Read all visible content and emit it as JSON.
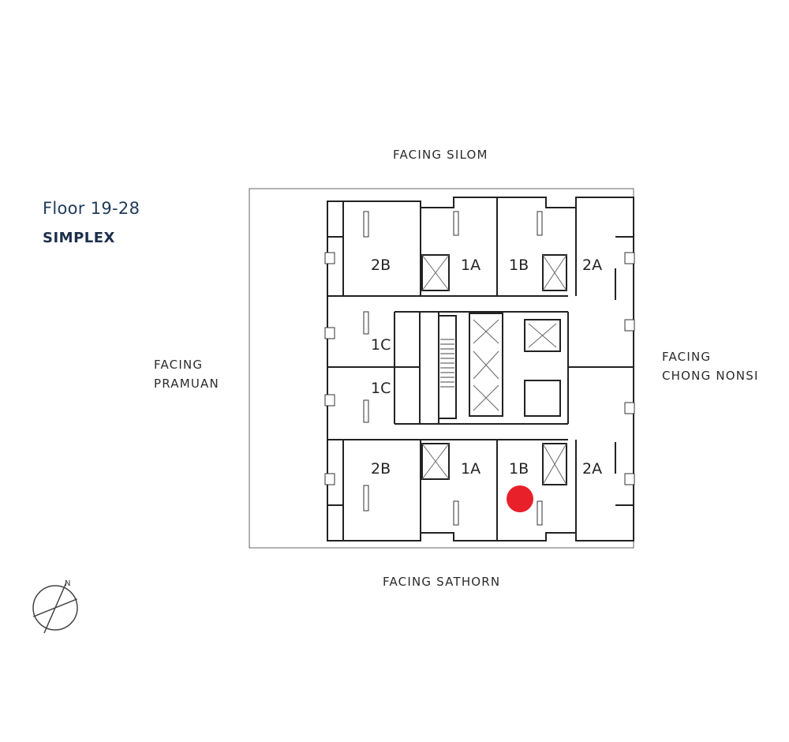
{
  "header": {
    "title": "Floor 19-28",
    "subtitle": "SIMPLEX"
  },
  "facings": {
    "north": "FACING SILOM",
    "south": "FACING SATHORN",
    "west": [
      "FACING",
      "PRAMUAN"
    ],
    "east": [
      "FACING",
      "CHONG NONSI"
    ]
  },
  "compass": {
    "label": "N"
  },
  "units": {
    "top_2b": "2B",
    "top_1a": "1A",
    "top_1b": "1B",
    "top_2a": "2A",
    "mid_1c_upper": "1C",
    "mid_1c_lower": "1C",
    "bot_2b": "2B",
    "bot_1a": "1A",
    "bot_1b": "1B",
    "bot_2a": "2A"
  },
  "marker": {
    "unit": "1B",
    "color": "#e8202a"
  }
}
